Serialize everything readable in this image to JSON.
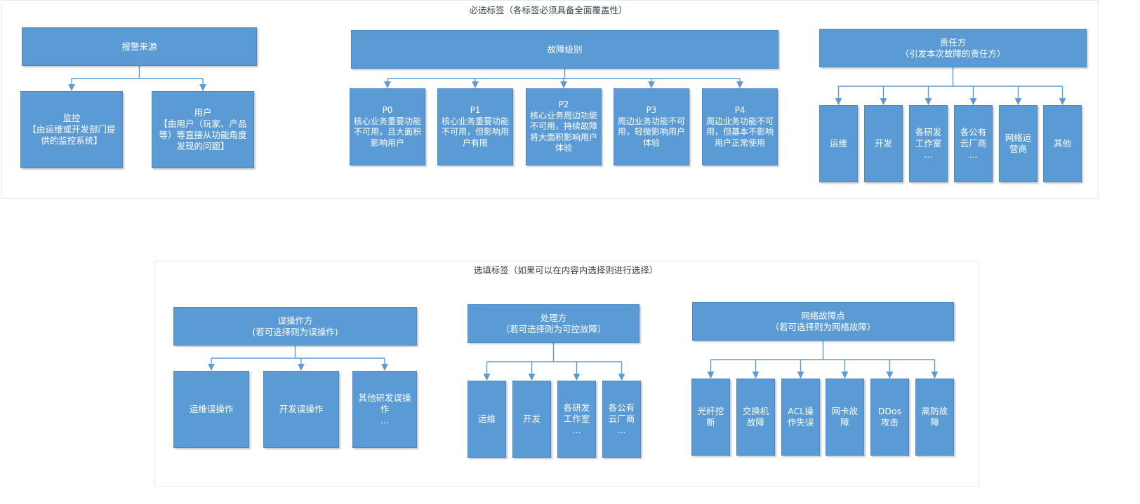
{
  "colors": {
    "box_fill": "#5b9bd5",
    "box_border": "#4e8ac2",
    "connector": "#5b9bd5",
    "box_text": "#ffffff",
    "title_text": "#36464f"
  },
  "required_section": {
    "title": "必选标签（各标签必须具备全面覆盖性）",
    "alarm_source": {
      "root": "报警来源",
      "children": [
        "监控\n【由运维或开发部门提供的监控系统】",
        "用户\n【由用户（玩家、产品等）等直接从功能角度发现的问题】"
      ]
    },
    "fault_level": {
      "root": "故障级别",
      "children": [
        "P0\n核心业务重要功能不可用，且大面积影响用户",
        "P1\n核心业务重要功能不可用，但影响用户有限",
        "P2\n核心业务周边功能不可用，持续故障将大面积影响用户体验",
        "P3\n周边业务功能不可用，轻微影响用户体验",
        "P4\n周边业务功能不可用，但基本不影响用户正常使用"
      ]
    },
    "responsible_party": {
      "root": "责任方\n（引发本次故障的责任方）",
      "children": [
        "运维",
        "开发",
        "各研发工作室\n...",
        "各公有云厂商\n...",
        "网络运营商",
        "其他"
      ]
    }
  },
  "optional_section": {
    "title": "选填标签（如果可以在内容内选择则进行选择）",
    "misoperation_party": {
      "root": "误操作方\n(若可选择则为误操作)",
      "children": [
        "运维误操作",
        "开发误操作",
        "其他研发误操作\n..."
      ]
    },
    "handling_party": {
      "root": "处理方\n（若可选择则为可控故障）",
      "children": [
        "运维",
        "开发",
        "各研发工作室\n...",
        "各公有云厂商\n..."
      ]
    },
    "network_fault_point": {
      "root": "网络故障点\n（若可选择则为网络故障）",
      "children": [
        "光纤挖断",
        "交换机故障",
        "ACL操作失误",
        "网卡故障",
        "DDos攻击",
        "高防故障"
      ]
    }
  }
}
